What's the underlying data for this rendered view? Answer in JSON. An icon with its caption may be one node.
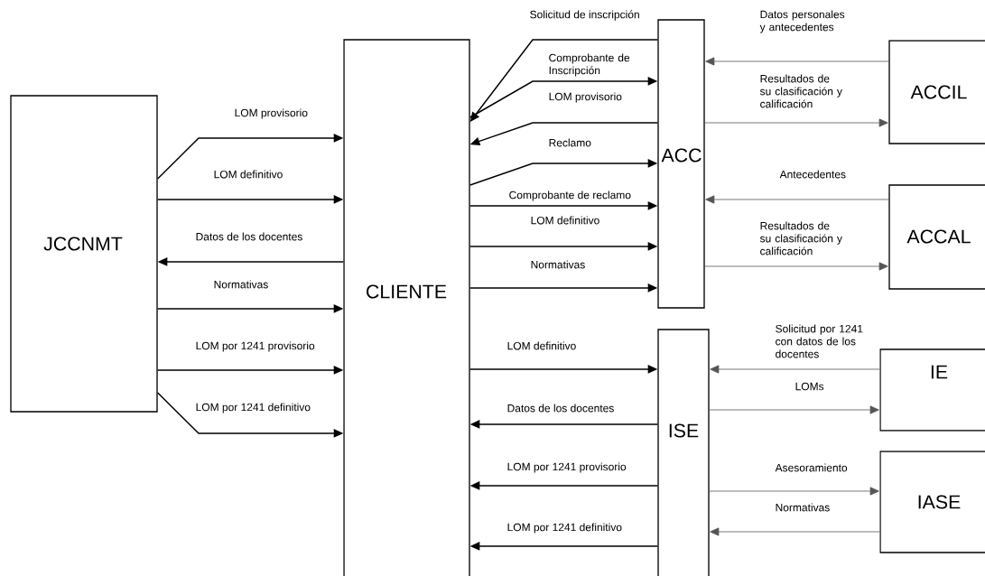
{
  "diagram": {
    "nodes": [
      {
        "text": [
          "JCCNMT"
        ]
      },
      {
        "text": [
          "CLIENTE"
        ]
      },
      {
        "text": [
          "ACC"
        ]
      },
      {
        "text": [
          "ACCIL"
        ]
      },
      {
        "text": [
          "ACCAL"
        ]
      },
      {
        "text": [
          "ISE"
        ]
      },
      {
        "text": [
          "IE"
        ]
      },
      {
        "text": [
          "IASE"
        ]
      }
    ],
    "edges": [
      {
        "from": 0,
        "to": 1,
        "arrow": "to",
        "label": "LOM provisorio"
      },
      {
        "from": 0,
        "to": 1,
        "arrow": "to",
        "label": "LOM definitivo"
      },
      {
        "from": 1,
        "to": 0,
        "arrow": "to",
        "label": "Datos de los docentes"
      },
      {
        "from": 0,
        "to": 1,
        "arrow": "to",
        "label": "Normativas"
      },
      {
        "from": 0,
        "to": 1,
        "arrow": "to",
        "label": "LOM por 1241 provisorio"
      },
      {
        "from": 0,
        "to": 1,
        "arrow": "to",
        "label": "LOM por 1241 definitivo"
      },
      {
        "from": 2,
        "to": 1,
        "arrow": "to",
        "label": "Solicitud de inscripción"
      },
      {
        "from": 1,
        "to": 2,
        "arrow": "to",
        "label": "Comprobante de Inscripción"
      },
      {
        "from": 2,
        "to": 1,
        "arrow": "to",
        "label": "LOM provisorio"
      },
      {
        "from": 1,
        "to": 2,
        "arrow": "to",
        "label": "Reclamo"
      },
      {
        "from": 1,
        "to": 2,
        "arrow": "to",
        "label": "Comprobante de reclamo"
      },
      {
        "from": 1,
        "to": 2,
        "arrow": "to",
        "label": "LOM definitivo"
      },
      {
        "from": 1,
        "to": 2,
        "arrow": "to",
        "label": "Normativas"
      },
      {
        "from": 3,
        "to": 2,
        "arrow": "to",
        "label": "Datos personales y antecedentes",
        "color": "#555555"
      },
      {
        "from": 2,
        "to": 3,
        "arrow": "to",
        "label": "Resultados de su clasificación y calificación",
        "color": "#555555"
      },
      {
        "from": 4,
        "to": 2,
        "arrow": "to",
        "label": "Antecedentes",
        "color": "#555555"
      },
      {
        "from": 2,
        "to": 4,
        "arrow": "to",
        "label": "Resultados de su clasificación y calificación",
        "color": "#555555"
      },
      {
        "from": 1,
        "to": 5,
        "arrow": "to",
        "label": "LOM definitivo"
      },
      {
        "from": 5,
        "to": 1,
        "arrow": "to",
        "label": "Datos de los docentes"
      },
      {
        "from": 5,
        "to": 1,
        "arrow": "to",
        "label": "LOM por 1241 provisorio"
      },
      {
        "from": 5,
        "to": 1,
        "arrow": "to",
        "label": "LOM por 1241 definitivo"
      },
      {
        "from": 6,
        "to": 5,
        "arrow": "to",
        "label": "Solicitud por 1241 con datos de los docentes",
        "color": "#555555"
      },
      {
        "from": 5,
        "to": 6,
        "arrow": "to",
        "label": "LOMs",
        "color": "#555555"
      },
      {
        "from": 5,
        "to": 7,
        "arrow": "to",
        "label": "Asesoramiento",
        "color": "#555555"
      },
      {
        "from": 7,
        "to": 5,
        "arrow": "to",
        "label": "Normativas",
        "color": "#555555"
      }
    ]
  }
}
